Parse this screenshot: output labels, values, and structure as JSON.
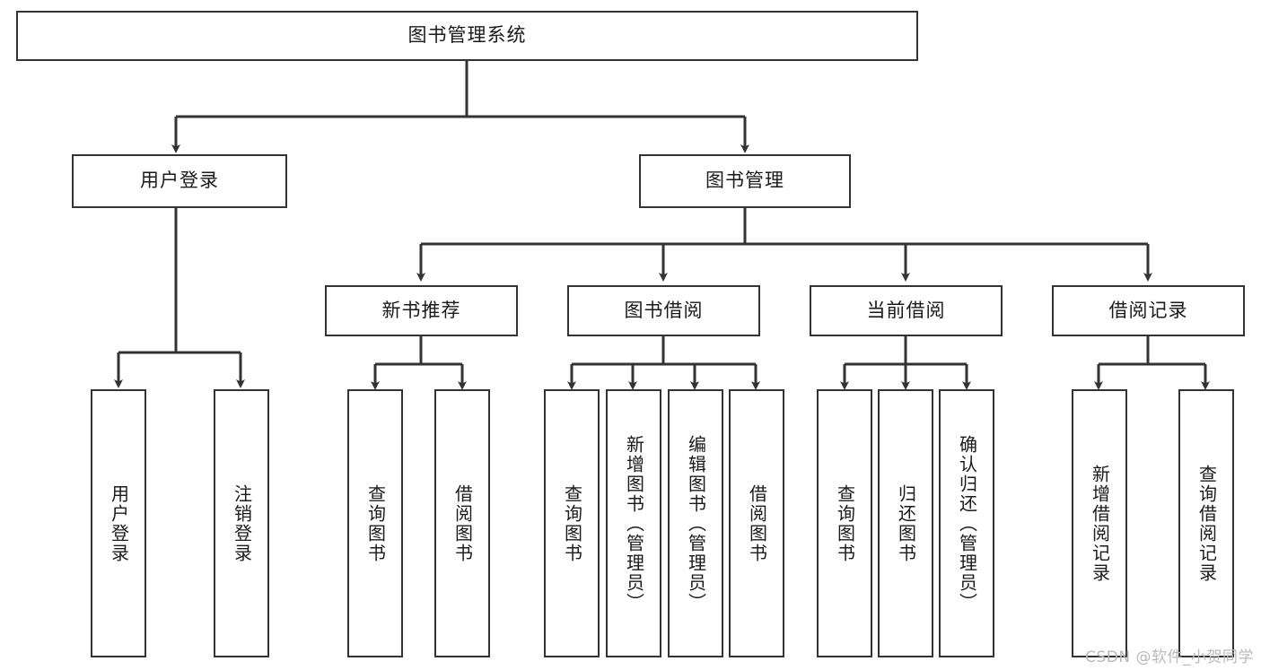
{
  "diagram": {
    "title": "图书管理系统",
    "type": "hierarchy-tree",
    "root": {
      "label": "图书管理系统"
    },
    "level2": [
      {
        "label": "用户登录"
      },
      {
        "label": "图书管理"
      }
    ],
    "level3": [
      {
        "label": "新书推荐"
      },
      {
        "label": "图书借阅"
      },
      {
        "label": "当前借阅"
      },
      {
        "label": "借阅记录"
      }
    ],
    "leaves": {
      "user_login": [
        {
          "label": "用户登录"
        },
        {
          "label": "注销登录"
        }
      ],
      "new_book_recommend": [
        {
          "label": "查询图书"
        },
        {
          "label": "借阅图书"
        }
      ],
      "book_borrow": [
        {
          "label": "查询图书"
        },
        {
          "label": "新增图书（管理员）"
        },
        {
          "label": "编辑图书（管理员）"
        },
        {
          "label": "借阅图书"
        }
      ],
      "current_borrow": [
        {
          "label": "查询图书"
        },
        {
          "label": "归还图书"
        },
        {
          "label": "确认归还（管理员）"
        }
      ],
      "borrow_record": [
        {
          "label": "新增借阅记录"
        },
        {
          "label": "查询借阅记录"
        }
      ]
    }
  },
  "watermark": {
    "text": "CSDN @软件_小贺同学"
  },
  "colors": {
    "border": "#333333",
    "fill": "#ffffff",
    "text": "#1a1a1a",
    "watermark": "#b9b9b9"
  }
}
